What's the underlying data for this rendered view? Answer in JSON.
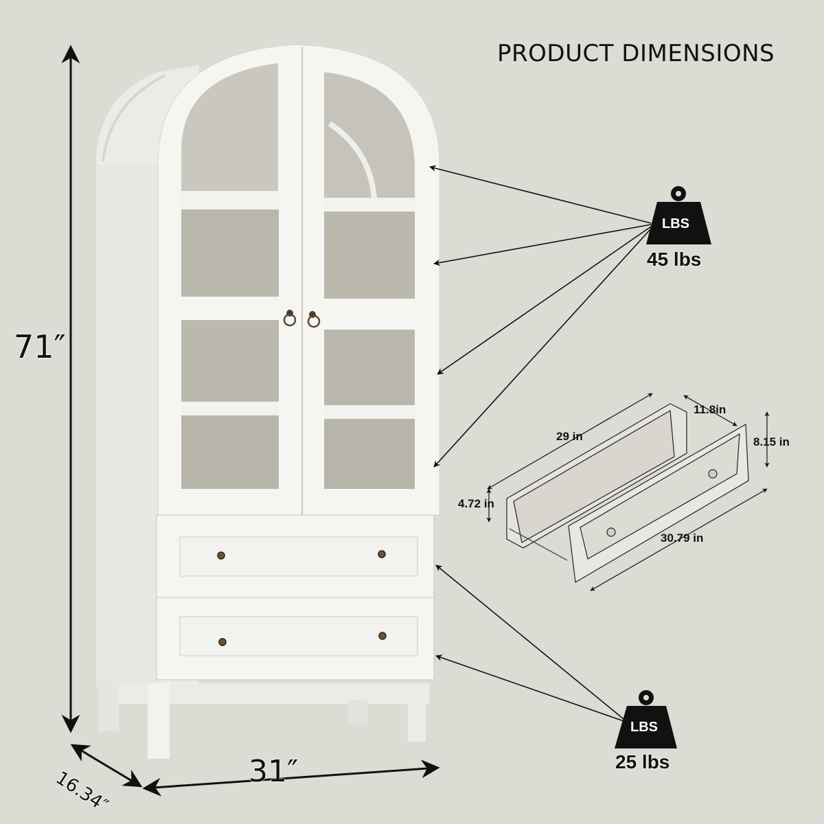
{
  "header": {
    "title": "PRODUCT DIMENSIONS"
  },
  "cabinet": {
    "height": "71″",
    "width": "31″",
    "depth": "16.34″",
    "color": "#f4f4f1",
    "doors": 2,
    "drawers": 2
  },
  "weights": [
    {
      "icon": "weight-icon",
      "icon_label": "LBS",
      "value": "45 lbs",
      "target": "upper shelves"
    },
    {
      "icon": "weight-icon",
      "icon_label": "LBS",
      "value": "25 lbs",
      "target": "drawers"
    }
  ],
  "drawer_detail": {
    "length": "29 in",
    "width": "11.8in",
    "front_height": "8.15 in",
    "side_height": "4.72 in",
    "front_width": "30.79 in"
  }
}
